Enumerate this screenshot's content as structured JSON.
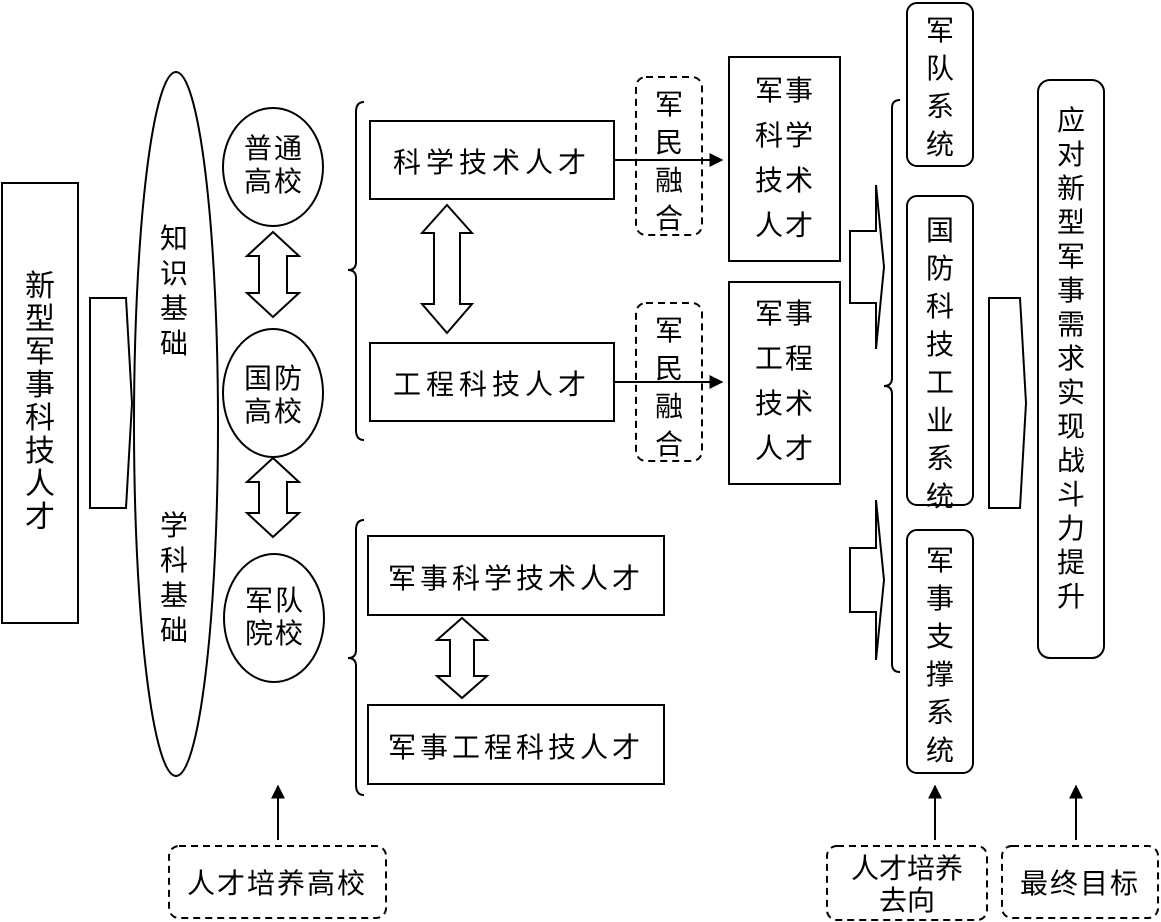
{
  "source_talent": "新型军事科技人才",
  "foundations": {
    "knowledge": "知识基础",
    "discipline": "学科基础"
  },
  "schools": {
    "general": "普通高校",
    "national_defense": "国防高校",
    "military": "军队院校"
  },
  "talent_types": {
    "science": "科学技术人才",
    "engineering": "工程科技人才",
    "mil_science": "军事科学技术人才",
    "mil_engineering": "军事工程科技人才"
  },
  "fusion_label": "军民融合",
  "military_talent": {
    "science": "军事科学技术人才",
    "engineering": "军事工程技术人才"
  },
  "destinations": {
    "army": "军队系统",
    "defense_industry": "国防科技工业系统",
    "support": "军事支撑系统"
  },
  "goal_text": "应对新型军事需求实现战斗力提升",
  "bottom_labels": {
    "schools": "人才培养高校",
    "destination": "人才培养去向",
    "goal": "最终目标"
  }
}
